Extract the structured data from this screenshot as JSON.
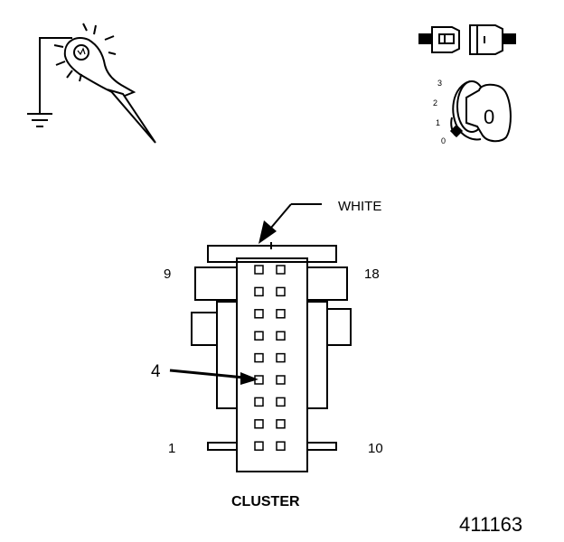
{
  "labels": {
    "wire_color": "WHITE",
    "pin_top_left": "9",
    "pin_top_right": "18",
    "pin_pointer": "4",
    "pin_bottom_left": "1",
    "pin_bottom_right": "10",
    "connector_name": "CLUSTER",
    "figure_number": "411163"
  },
  "ignition_key": {
    "positions": [
      "3",
      "2",
      "1",
      "0"
    ],
    "key_letter": "0"
  },
  "icons": {
    "test_light": "test-light-probe-icon",
    "ground": "ground-symbol-icon",
    "disconnected_connector": "disconnected-connector-icon",
    "ignition": "ignition-key-icon"
  }
}
